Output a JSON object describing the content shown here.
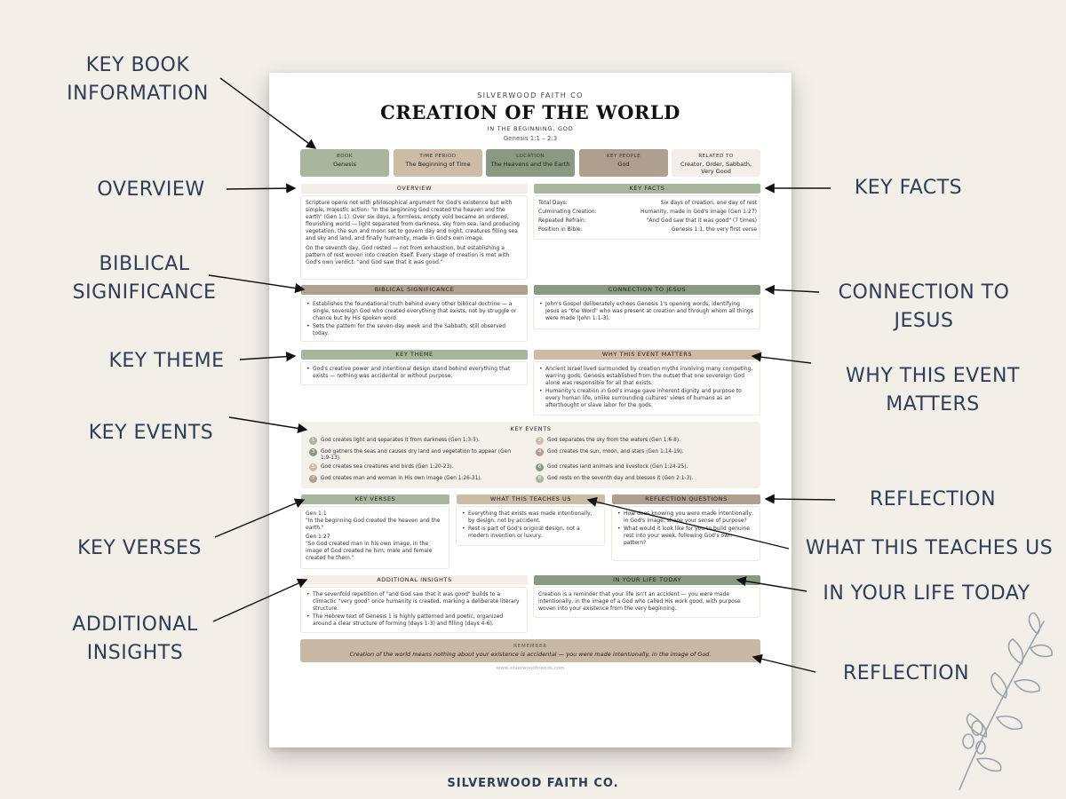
{
  "callouts": {
    "key_book_information": "KEY BOOK\nINFORMATION",
    "overview": "OVERVIEW",
    "biblical_significance": "BIBLICAL\nSIGNIFICANCE",
    "key_theme": "KEY THEME",
    "key_events": "KEY EVENTS",
    "key_verses": "KEY VERSES",
    "additional_insights": "ADDITIONAL\nINSIGHTS",
    "key_facts": "KEY FACTS",
    "connection_to_jesus": "CONNECTION TO\nJESUS",
    "why_this_event_matters": "WHY THIS EVENT\nMATTERS",
    "reflection_top": "REFLECTION",
    "what_this_teaches_us": "WHAT THIS TEACHES US",
    "in_your_life_today": "IN YOUR LIFE TODAY",
    "reflection_bottom": "REFLECTION"
  },
  "page": {
    "brand": "SILVERWOOD FAITH CO",
    "title": "CREATION OF THE WORLD",
    "subtitle": "IN THE BEGINNING, GOD",
    "reference": "Genesis 1:1 – 2:3",
    "info_boxes": [
      {
        "label": "BOOK",
        "value": "Genesis"
      },
      {
        "label": "TIME PERIOD",
        "value": "The Beginning of Time"
      },
      {
        "label": "LOCATION",
        "value": "The Heavens and the Earth"
      },
      {
        "label": "KEY PEOPLE",
        "value": "God"
      },
      {
        "label": "RELATED TO",
        "value": "Creator, Order, Sabbath,\nVery Good"
      }
    ],
    "overview": {
      "heading": "OVERVIEW",
      "p1": "Scripture opens not with philosophical argument for God's existence but with simple, majestic action: \"In the beginning God created the heaven and the earth\" (Gen 1:1). Over six days, a formless, empty void became an ordered, flourishing world — light separated from darkness, sky from sea, land producing vegetation, the sun and moon set to govern day and night, creatures filling sea and sky and land, and finally humanity, made in God's own image.",
      "p2": "On the seventh day, God rested — not from exhaustion, but establishing a pattern of rest woven into creation itself. Every stage of creation is met with God's own verdict: \"and God saw that it was good.\""
    },
    "key_facts": {
      "heading": "KEY FACTS",
      "rows": [
        {
          "k": "Total Days:",
          "v": "Six days of creation, one day of rest"
        },
        {
          "k": "Culminating Creation:",
          "v": "Humanity, made in God's image (Gen 1:27)"
        },
        {
          "k": "Repeated Refrain:",
          "v": "\"And God saw that it was good\" (7 times)"
        },
        {
          "k": "Position in Bible:",
          "v": "Genesis 1:1, the very first verse"
        }
      ]
    },
    "biblical_significance": {
      "heading": "BIBLICAL SIGNIFICANCE",
      "items": [
        "Establishes the foundational truth behind every other biblical doctrine — a single, sovereign God who created everything that exists, not by struggle or chance but by His spoken word.",
        "Sets the pattern for the seven-day week and the Sabbath, still observed today."
      ]
    },
    "connection_to_jesus": {
      "heading": "CONNECTION TO JESUS",
      "items": [
        "John's Gospel deliberately echoes Genesis 1's opening words, identifying Jesus as \"the Word\" who was present at creation and through whom all things were made (John 1:1-3)."
      ]
    },
    "key_theme": {
      "heading": "KEY THEME",
      "items": [
        "God's creative power and intentional design stand behind everything that exists — nothing was accidental or without purpose."
      ]
    },
    "why_this_event_matters": {
      "heading": "WHY THIS EVENT MATTERS",
      "items": [
        "Ancient Israel lived surrounded by creation myths involving many competing, warring gods; Genesis established from the outset that one sovereign God alone was responsible for all that exists.",
        "Humanity's creation in God's image gave inherent dignity and purpose to every human life, unlike surrounding cultures' views of humans as an afterthought or slave labor for the gods."
      ]
    },
    "key_events": {
      "heading": "KEY EVENTS",
      "items": [
        {
          "n": "1",
          "text": "God creates light and separates it from darkness (Gen 1:3-5)."
        },
        {
          "n": "2",
          "text": "God separates the sky from the waters (Gen 1:6-8)."
        },
        {
          "n": "3",
          "text": "God gathers the seas and causes dry land and vegetation to appear (Gen 1:9-13)."
        },
        {
          "n": "4",
          "text": "God creates the sun, moon, and stars (Gen 1:14-19)."
        },
        {
          "n": "5",
          "text": "God creates sea creatures and birds (Gen 1:20-23)."
        },
        {
          "n": "6",
          "text": "God creates land animals and livestock (Gen 1:24-25)."
        },
        {
          "n": "7",
          "text": "God creates man and woman in His own image (Gen 1:26-31)."
        },
        {
          "n": "8",
          "text": "God rests on the seventh day and blesses it (Gen 2:1-3)."
        }
      ]
    },
    "key_verses": {
      "heading": "KEY VERSES",
      "v1_ref": "Gen 1:1",
      "v1_text": "\"In the beginning God created the heaven and the earth.\"",
      "v2_ref": "Gen 1:27",
      "v2_text": "\"So God created man in his own image, in the image of God created he him; male and female created he them.\""
    },
    "what_this_teaches_us": {
      "heading": "WHAT THIS TEACHES US",
      "items": [
        "Everything that exists was made intentionally, by design, not by accident.",
        "Rest is part of God's original design, not a modern invention or luxury."
      ]
    },
    "reflection_questions": {
      "heading": "REFLECTION QUESTIONS",
      "items": [
        "How does knowing you were made intentionally, in God's image, shape your sense of purpose?",
        "What would it look like for you to build genuine rest into your week, following God's own pattern?"
      ]
    },
    "additional_insights": {
      "heading": "ADDITIONAL INSIGHTS",
      "items": [
        "The sevenfold repetition of \"and God saw that it was good\" builds to a climactic \"very good\" once humanity is created, marking a deliberate literary structure.",
        "The Hebrew text of Genesis 1 is highly patterned and poetic, organized around a clear structure of forming (days 1-3) and filling (days 4-6)."
      ]
    },
    "in_your_life_today": {
      "heading": "IN YOUR LIFE TODAY",
      "text": "Creation is a reminder that your life isn't an accident — you were made intentionally, in the image of a God who called His work good, with purpose woven into your existence from the very beginning."
    },
    "remember": {
      "label": "REMEMBER",
      "text": "Creation of the world means nothing about your existence is accidental — you were made intentionally, in the image of God."
    },
    "website": "www.silverwoodfriends.com"
  },
  "footer_brand": "SILVERWOOD FAITH CO.",
  "colors": {
    "sage": "#a9b59c",
    "sage_dark": "#8a9a82",
    "tan": "#cdbba6",
    "taupe": "#ae9f8e",
    "beige": "#f3efe8",
    "navy": "#2f3e56"
  }
}
